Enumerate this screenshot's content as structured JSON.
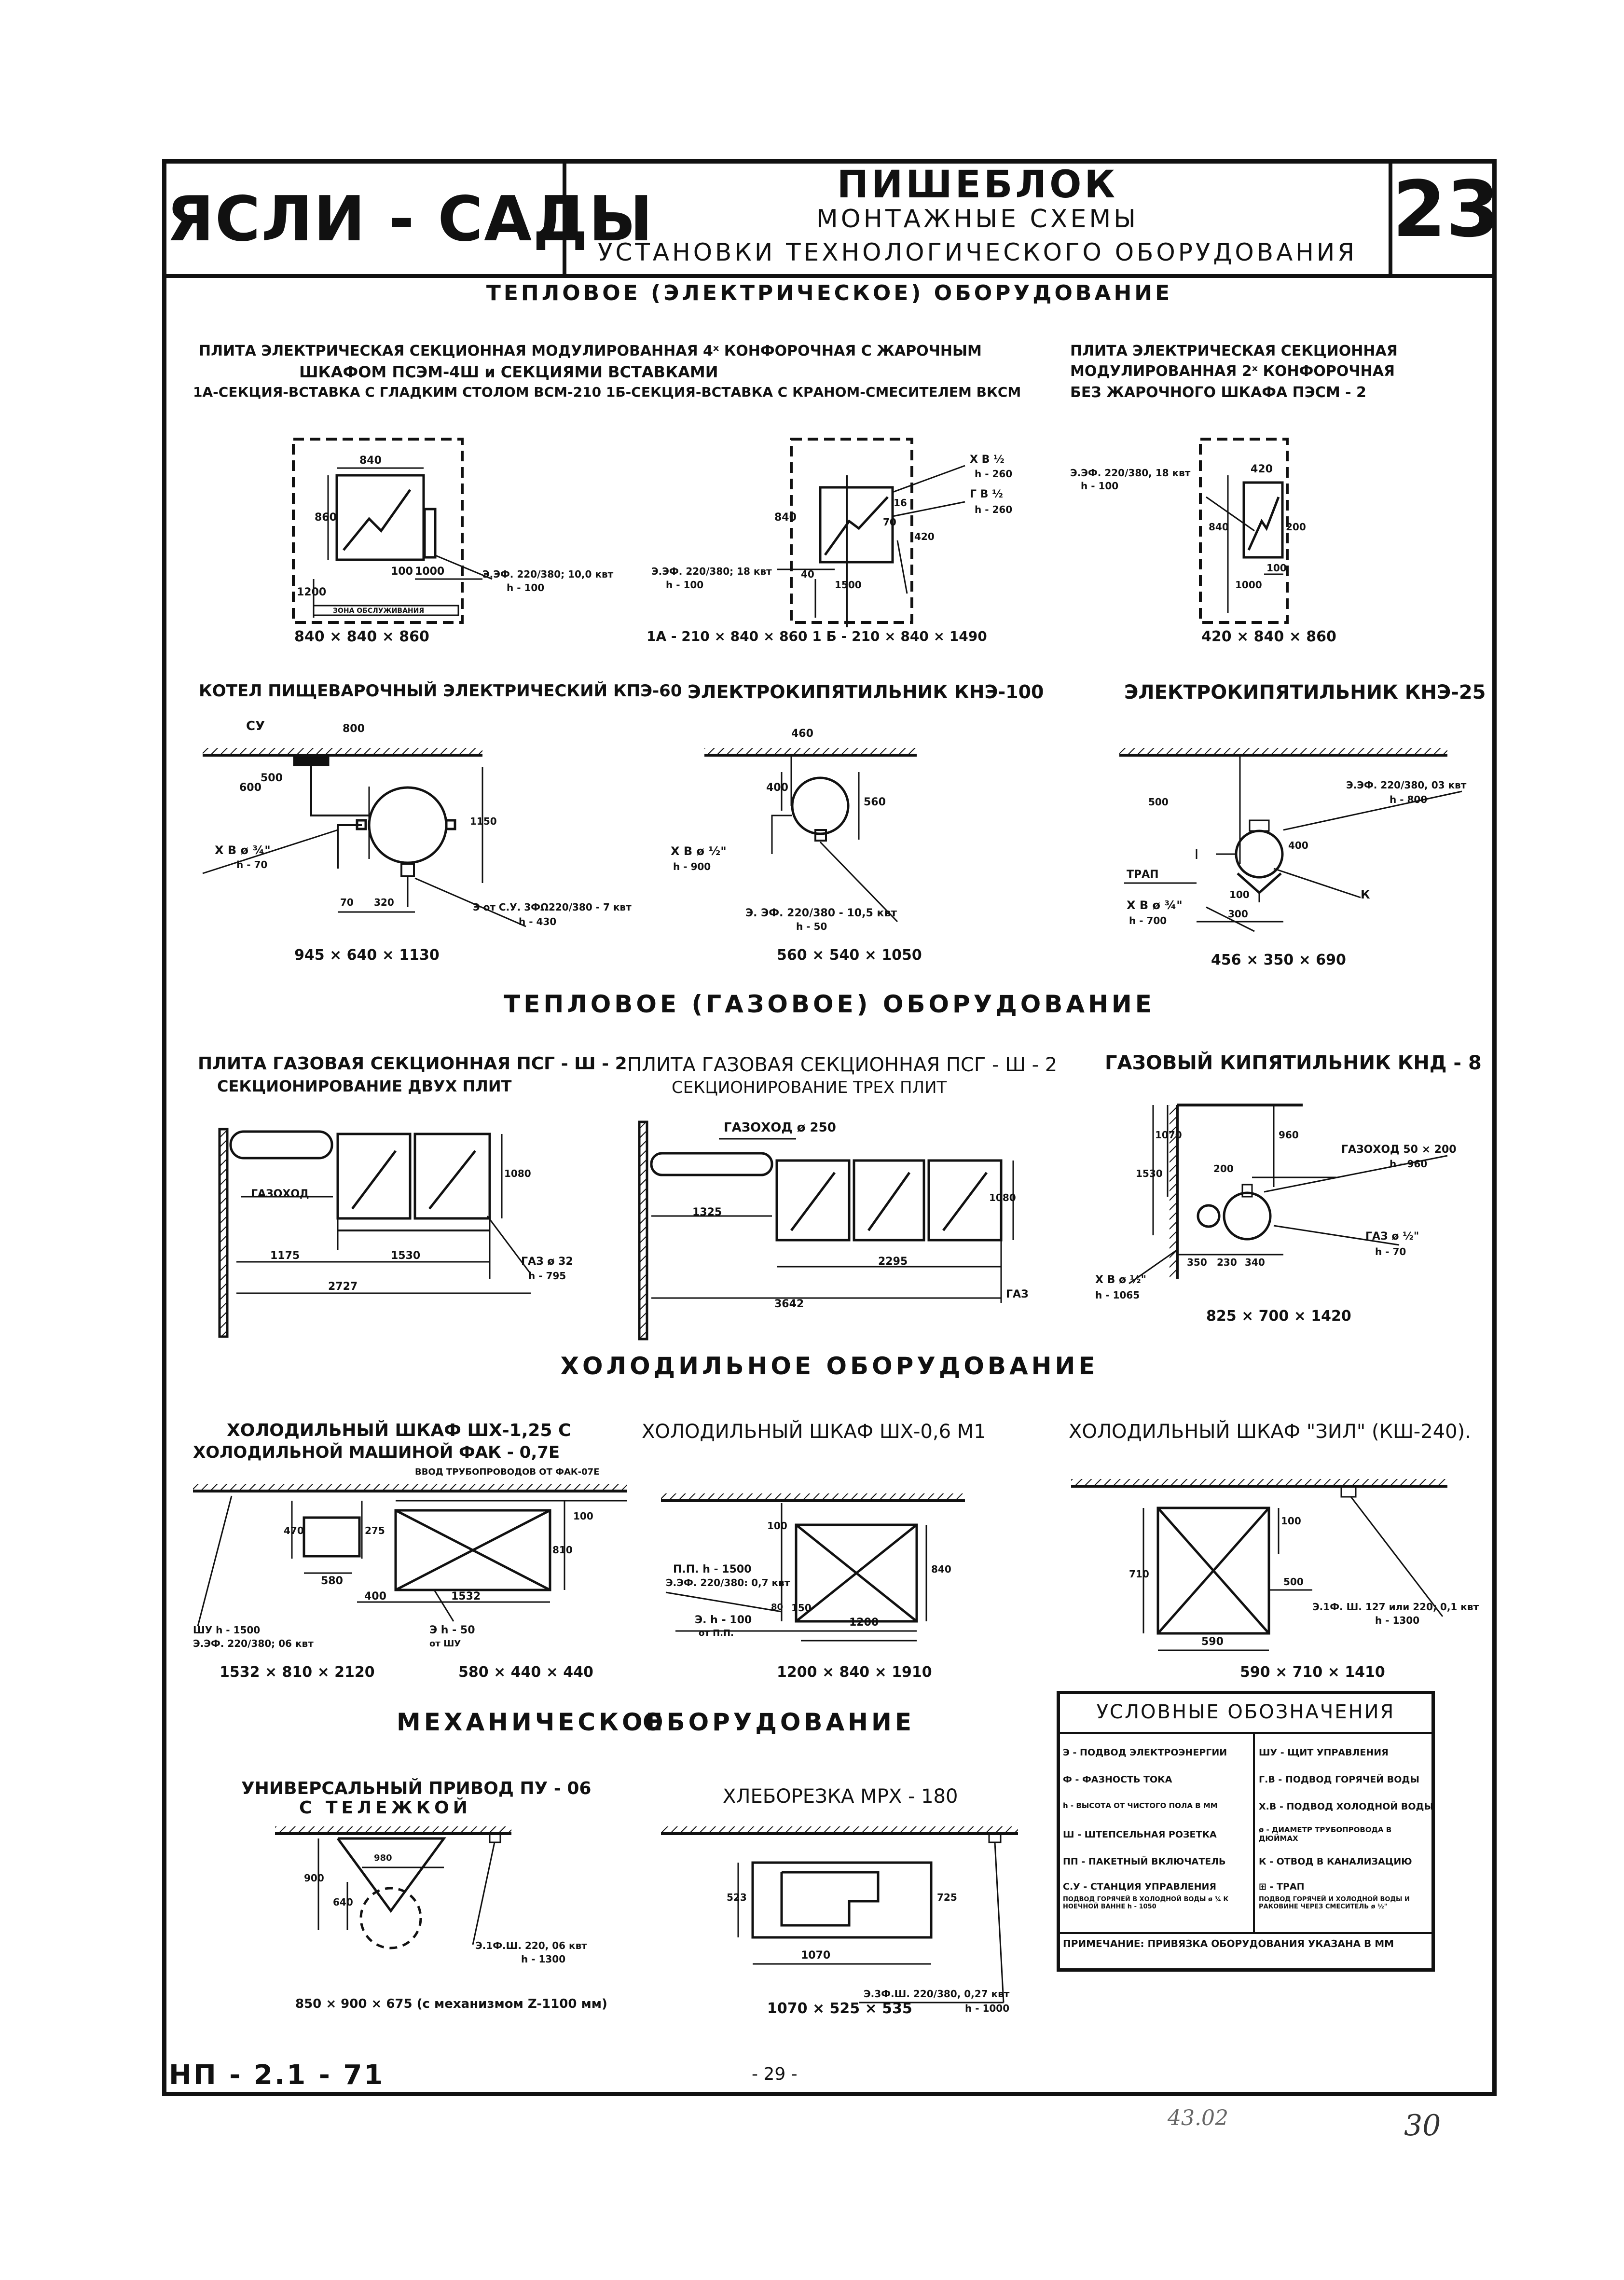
{
  "header": {
    "left_title": "ЯСЛИ - САДЫ",
    "title": "ПИШЕБЛОК",
    "subtitle1": "МОНТАЖНЫЕ СХЕМЫ",
    "subtitle2": "УСТАНОВКИ ТЕХНОЛОГИЧЕСКОГО ОБОРУДОВАНИЯ",
    "sheet_number": "23"
  },
  "sections": {
    "electric": "ТЕПЛОВОЕ (ЭЛЕКТРИЧЕСКОЕ) ОБОРУДОВАНИЕ",
    "gas": "ТЕПЛОВОЕ (ГАЗОВОЕ) ОБОРУДОВАНИЕ",
    "cold": "ХОЛОДИЛЬНОЕ ОБОРУДОВАНИЕ",
    "mech": "МЕХАНИЧЕСКОЕ",
    "mech2": "ОБОРУДОВАНИЕ"
  },
  "electric": {
    "plate4": {
      "line1": "ПЛИТА ЭЛЕКТРИЧЕСКАЯ СЕКЦИОННАЯ МОДУЛИРОВАННАЯ 4ˣ КОНФОРОЧНАЯ С ЖАРОЧНЫМ",
      "line2": "ШКАФОМ ПСЭМ-4Ш и СЕКЦИЯМИ ВСТАВКАМИ",
      "line3": "1А-СЕКЦИЯ-ВСТАВКА С ГЛАДКИМ СТОЛОМ ВСМ-210   1Б-СЕКЦИЯ-ВСТАВКА С КРАНОМ-СМЕСИТЕЛЕМ ВКСМ",
      "d840": "840",
      "d860": "860",
      "d100": "100",
      "d1000": "1000",
      "d1200": "1200",
      "zone": "ЗОНА ОБСЛУЖИВАНИЯ",
      "power": "Э.ЭФ. 220/380; 10,0 квт",
      "h": "h - 100",
      "size": "840 × 840 × 860"
    },
    "plate4b": {
      "xv": "Х В ½",
      "xvh": "h - 260",
      "gv": "Г В ½",
      "gvh": "h - 260",
      "power": "Э.ЭФ. 220/380; 18 квт",
      "h": "h - 100",
      "d840": "840",
      "d16": "16",
      "d70": "70",
      "d420": "420",
      "d1500": "1500",
      "d40": "40",
      "size": "1А - 210 × 840 × 860    1 Б - 210 × 840 × 1490"
    },
    "plate2": {
      "line1": "ПЛИТА ЭЛЕКТРИЧЕСКАЯ СЕКЦИОННАЯ",
      "line2": "МОДУЛИРОВАННАЯ 2ˣ КОНФОРОЧНАЯ",
      "line3": "БЕЗ ЖАРОЧНОГО ШКАФА ПЭСМ - 2",
      "power": "Э.ЭФ. 220/380, 18 квт",
      "h": "h - 100",
      "d420": "420",
      "d840": "840",
      "d200": "200",
      "d1000": "1000",
      "d100": "100",
      "size": "420 × 840 × 860"
    },
    "kotel": {
      "title": "КОТЕЛ ПИЩЕВАРОЧНЫЙ ЭЛЕКТРИЧЕСКИЙ КПЭ-60",
      "cy": "СУ",
      "d800": "800",
      "d600": "600",
      "d500": "500",
      "d1150": "1150",
      "xv": "Х В ø ¾\"",
      "xvh": "h - 70",
      "d70": "70",
      "d320": "320",
      "power": "Э от С.У. 3ФΩ220/380 - 7 квт",
      "h": "h - 430",
      "size": "945 × 640 × 1130"
    },
    "kne100": {
      "title": "ЭЛЕКТРОКИПЯТИЛЬНИК КНЭ-100",
      "d460": "460",
      "d400": "400",
      "d560": "560",
      "xv": "Х В ø ½\"",
      "xvh": "h - 900",
      "power": "Э. ЭФ. 220/380 - 10,5 квт",
      "h": "h - 50",
      "size": "560 × 540 × 1050"
    },
    "kne25": {
      "title": "ЭЛЕКТРОКИПЯТИЛЬНИК КНЭ-25",
      "power": "Э.ЭФ. 220/380, 03 квт",
      "h": "h - 800",
      "d500": "500",
      "d400": "400",
      "trap": "ТРАП",
      "k": "К",
      "xv": "Х В ø ¾\"",
      "xvh": "h - 700",
      "d100": "100",
      "d300": "300",
      "size": "456 × 350 × 690"
    }
  },
  "gas": {
    "psg2": {
      "line1": "ПЛИТА ГАЗОВАЯ СЕКЦИОННАЯ ПСГ - Ш - 2",
      "line2": "СЕКЦИОНИРОВАНИЕ ДВУХ ПЛИТ",
      "gazohod": "ГАЗОХОД",
      "d1080": "1080",
      "d1175": "1175",
      "d1530": "1530",
      "d2727": "2727",
      "gas": "ГАЗ ø 32",
      "h": "h - 795"
    },
    "psg3": {
      "line1": "ПЛИТА ГАЗОВАЯ СЕКЦИОННАЯ ПСГ - Ш - 2",
      "line2": "СЕКЦИОНИРОВАНИЕ ТРЕХ ПЛИТ",
      "gazohod": "ГАЗОХОД ø 250",
      "d1325": "1325",
      "d1080": "1080",
      "d2295": "2295",
      "d3642": "3642",
      "gas": "ГАЗ"
    },
    "knd": {
      "title": "ГАЗОВЫЙ КИПЯТИЛЬНИК КНД - 8",
      "d1530": "1530",
      "d1070": "1070",
      "d960": "960",
      "d200": "200",
      "gazohod": "ГАЗОХОД 50 × 200",
      "gh": "h - 960",
      "gas": "ГАЗ ø ½\"",
      "gash": "h - 70",
      "d350": "350",
      "d230": "230",
      "d340": "340",
      "xv": "Х В ø ½\"",
      "xvh": "h - 1065",
      "size": "825 × 700 × 1420"
    }
  },
  "cold": {
    "shx125": {
      "line1": "ХОЛОДИЛЬНЫЙ ШКАФ ШХ-1,25 С",
      "line2": "ХОЛОДИЛЬНОЙ МАШИНОЙ ФАК - 0,7Е",
      "line3": "ВВОД ТРУБОПРОВОДОВ ОТ ФАК-07Е",
      "d470": "470",
      "d275": "275",
      "d810": "810",
      "d100": "100",
      "d580": "580",
      "d400": "400",
      "d1532": "1532",
      "shu": "ШУ h - 1500",
      "power": "Э.ЭФ. 220/380; 06 квт",
      "eh": "Э h - 50",
      "eh2": "от ШУ",
      "size1": "1532 × 810 × 2120",
      "size2": "580 × 440 × 440"
    },
    "shx06": {
      "title": "ХОЛОДИЛЬНЫЙ ШКАФ ШХ-0,6 М1",
      "d100": "100",
      "d840": "840",
      "d80": "80",
      "pp": "П.П. h - 1500",
      "power": "Э.ЭФ. 220/380: 0,7 квт",
      "eh": "Э. h - 100",
      "eh2": "от П.П.",
      "d150": "150",
      "d1200": "1200",
      "size": "1200 × 840 × 1910"
    },
    "zil": {
      "title": "ХОЛОДИЛЬНЫЙ ШКАФ \"ЗИЛ\" (КШ-240).",
      "d100": "100",
      "d710": "710",
      "d500": "500",
      "power": "Э.1Ф. Ш. 127 или 220; 0,1 квт",
      "h": "h - 1300",
      "d590": "590",
      "size": "590 × 710 × 1410"
    }
  },
  "mech": {
    "pu06": {
      "line1": "УНИВЕРСАЛЬНЫЙ ПРИВОД ПУ - 06",
      "line2": "С ТЕЛЕЖКОЙ",
      "d980": "980",
      "d900": "900",
      "d640": "640",
      "power": "Э.1Ф.Ш. 220, 06 квт",
      "h": "h - 1300",
      "size": "850 × 900 × 675 (с механизмом Z-1100 мм)"
    },
    "mrx": {
      "title": "ХЛЕБОРЕЗКА МРХ - 180",
      "d523": "523",
      "d725": "725",
      "d1070": "1070",
      "power": "Э.3Ф.Ш. 220/380, 0,27 квт",
      "h": "h - 1000",
      "size": "1070 × 525 × 535"
    }
  },
  "legend": {
    "title": "УСЛОВНЫЕ ОБОЗНАЧЕНИЯ",
    "rows": [
      [
        "Э - ПОДВОД ЭЛЕКТРОЭНЕРГИИ",
        "ШУ - ЩИТ УПРАВЛЕНИЯ"
      ],
      [
        "Ф - ФАЗНОСТЬ ТОКА",
        "Г.В - ПОДВОД ГОРЯЧЕЙ ВОДЫ"
      ],
      [
        "h - ВЫСОТА ОТ ЧИСТОГО ПОЛА В ММ",
        "Х.В - ПОДВОД ХОЛОДНОЙ ВОДЫ"
      ],
      [
        "Ш - ШТЕПСЕЛЬНАЯ РОЗЕТКА",
        "ø - ДИАМЕТР ТРУБОПРОВОДА В ДЮЙМАХ"
      ],
      [
        "ПП - ПАКЕТНЫЙ ВКЛЮЧАТЕЛЬ",
        "К - ОТВОД В КАНАЛИЗАЦИЮ"
      ],
      [
        "С.У - СТАНЦИЯ УПРАВЛЕНИЯ",
        "⊞ - ТРАП"
      ],
      [
        "ПОДВОД ГОРЯЧЕЙ В ХОЛОДНОЙ ВОДЫ ø ¾ К НОЕЧНОЙ ВАННЕ h - 1050",
        "ПОДВОД ГОРЯЧЕЙ И ХОЛОДНОЙ ВОДЫ И РАКОВИНЕ ЧЕРЕЗ СМЕСИТЕЛЬ ø ½\""
      ]
    ],
    "note": "ПРИМЕЧАНИЕ: ПРИВЯЗКА ОБОРУДОВАНИЯ УКАЗАНА В ММ"
  },
  "footer": {
    "code": "НП - 2.1 - 71",
    "page": "- 29 -",
    "stamp": "43.02",
    "handwritten": "30"
  }
}
